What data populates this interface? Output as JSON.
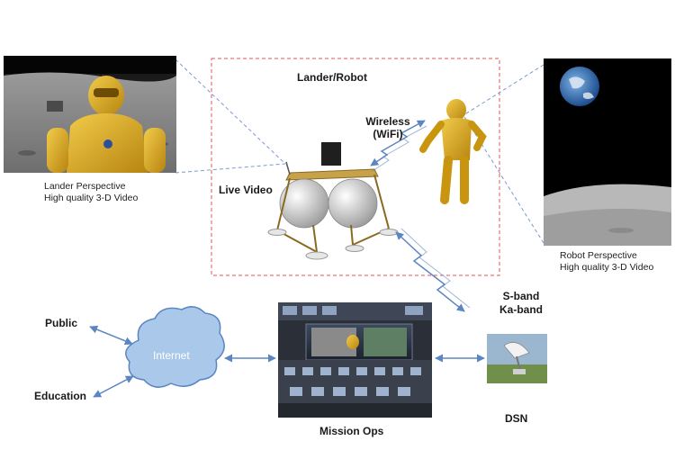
{
  "labels": {
    "lander_robot": "Lander/Robot",
    "wireless_line1": "Wireless",
    "wireless_line2": "(WiFi)",
    "live_video": "Live Video",
    "lander_caption_line1": "Lander Perspective",
    "lander_caption_line2": "High quality 3-D Video",
    "robot_caption_line1": "Robot Perspective",
    "robot_caption_line2": "High quality 3-D Video",
    "s_band": "S-band",
    "ka_band": "Ka-band",
    "public": "Public",
    "education": "Education",
    "internet": "Internet",
    "mission_ops": "Mission Ops",
    "dsn": "DSN"
  },
  "colors": {
    "boundary_box": "#e05555",
    "connector": "#5b86c2",
    "cloud_fill": "#a9c8ea",
    "cloud_stroke": "#5b86c2",
    "robot_gold": "#d9a514"
  },
  "icons": {
    "lander": "lunar-lander-icon",
    "robot": "humanoid-robot-icon",
    "dish": "satellite-dish-icon",
    "cloud": "internet-cloud-icon"
  }
}
